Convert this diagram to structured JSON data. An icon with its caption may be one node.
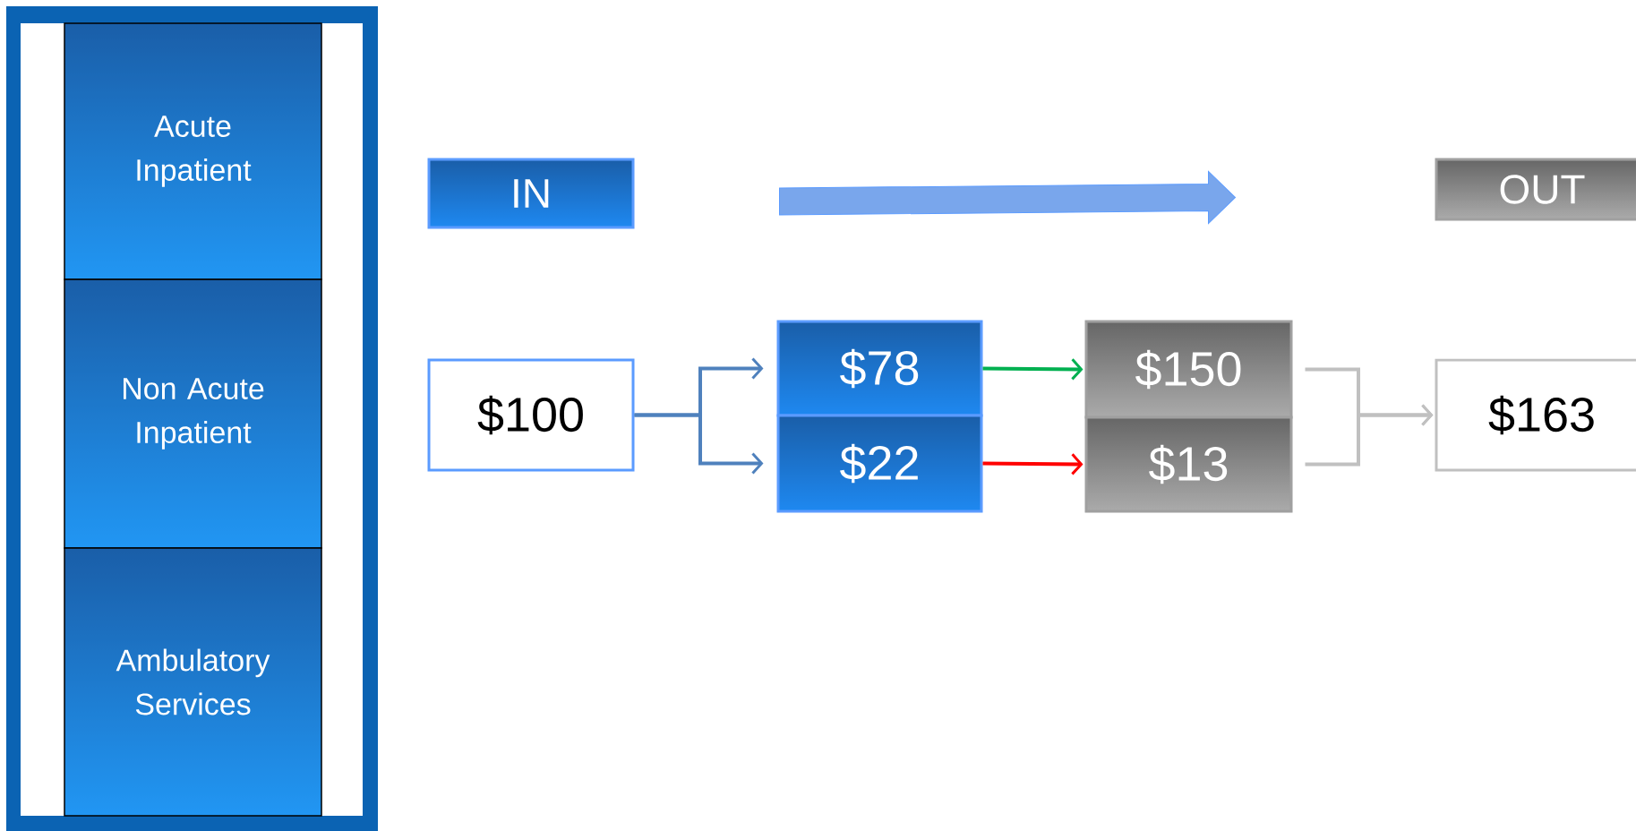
{
  "diagram": {
    "nodes": [
      {
        "text": [
          "Acute Inpatient"
        ]
      },
      {
        "text": [
          "Non Acute Inpatient"
        ]
      },
      {
        "text": [
          "Ambulatory Services"
        ]
      },
      {
        "text": [
          "IN"
        ]
      },
      {
        "text": [
          "OUT"
        ]
      },
      {
        "text": [
          "$100"
        ]
      },
      {
        "text": [
          "$78"
        ]
      },
      {
        "text": [
          "$22"
        ]
      },
      {
        "text": [
          "$150"
        ]
      },
      {
        "text": [
          "$13"
        ]
      },
      {
        "text": [
          "$163"
        ]
      }
    ],
    "edges": [
      {
        "from": 3,
        "to": 4,
        "arrow": "to",
        "style": "thick"
      },
      {
        "from": 5,
        "to": 6,
        "arrow": "to",
        "color": "#4f81bd"
      },
      {
        "from": 5,
        "to": 7,
        "arrow": "to",
        "color": "#4f81bd"
      },
      {
        "from": 6,
        "to": 8,
        "arrow": "to",
        "color": "#00b050"
      },
      {
        "from": 7,
        "to": 9,
        "arrow": "to",
        "color": "#ff0000"
      },
      {
        "from": 8,
        "to": 10,
        "arrow": "to",
        "color": "#c0c0c0"
      },
      {
        "from": 9,
        "to": 10,
        "arrow": "to",
        "color": "#c0c0c0"
      }
    ]
  }
}
